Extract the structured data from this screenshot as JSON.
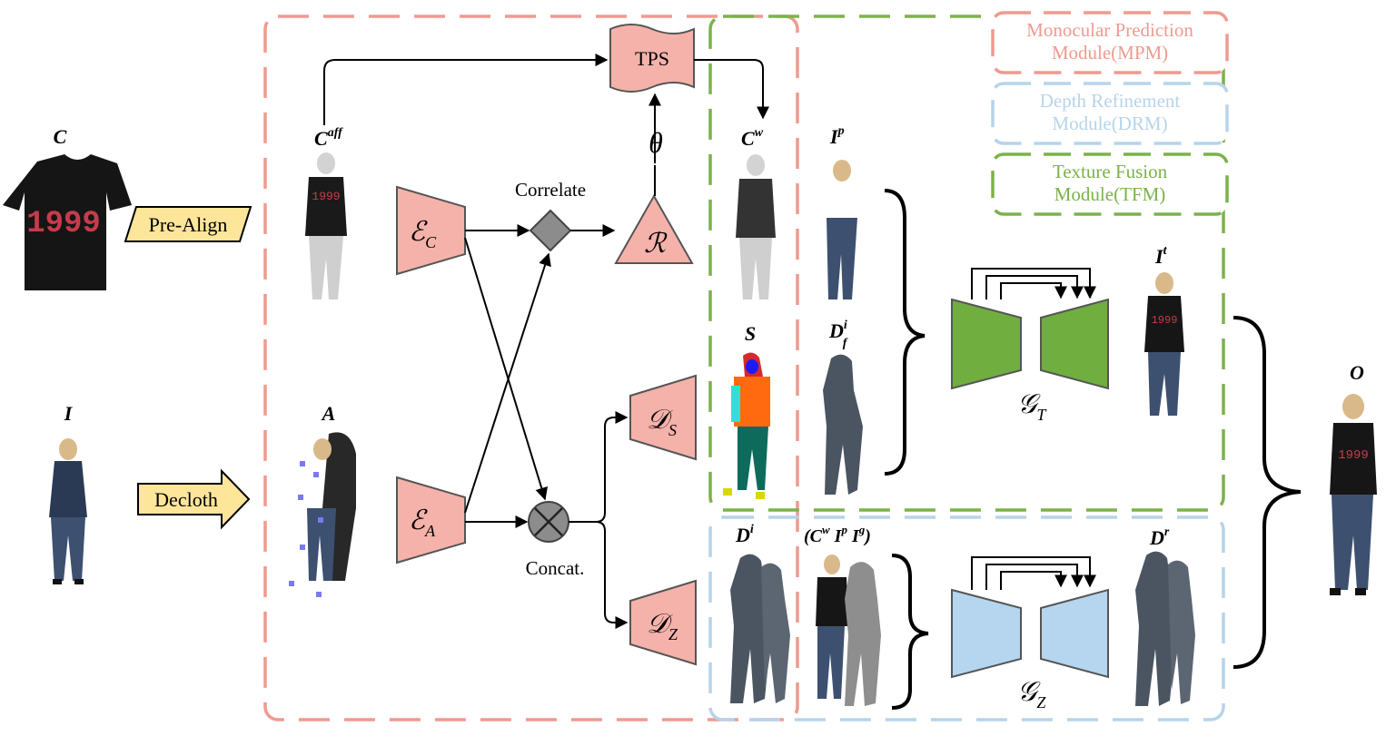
{
  "legend": {
    "mpm": [
      "Monocular Prediction",
      "Module(MPM)"
    ],
    "drm": [
      "Depth Refinement",
      "Module(DRM)"
    ],
    "tfm": [
      "Texture Fusion",
      "Module(TFM)"
    ]
  },
  "inputs": {
    "cloth": "C",
    "person": "I"
  },
  "ops": {
    "prealign": "Pre-Align",
    "decloth": "Decloth",
    "correlate": "Correlate",
    "concat": "Concat.",
    "tps": "TPS",
    "theta": "θ"
  },
  "images": {
    "c_aff": {
      "base": "C",
      "sup": "aff"
    },
    "agnostic": "A",
    "c_warp": {
      "base": "C",
      "sup": "w"
    },
    "i_p": {
      "base": "I",
      "sup": "p"
    },
    "seg": "S",
    "d_fi": {
      "base": "D",
      "sup": "i",
      "sub": "f"
    },
    "d_i": {
      "base": "D",
      "sup": "i"
    },
    "triple": "(C",
    "triple_w": "w",
    "triple_i": " I",
    "triple_p": "p",
    "triple_ig": " I",
    "triple_g": "g",
    "triple_close": ")",
    "i_t": {
      "base": "I",
      "sup": "t"
    },
    "d_r": {
      "base": "D",
      "sup": "r"
    },
    "output": "O"
  },
  "nets": {
    "ec": {
      "base": "ℰ",
      "sub": "C"
    },
    "ea": {
      "base": "ℰ",
      "sub": "A"
    },
    "r": "ℛ",
    "ds": {
      "base": "𝒟",
      "sub": "S"
    },
    "dz": {
      "base": "𝒟",
      "sub": "Z"
    },
    "gt": {
      "base": "𝒢",
      "sub": "T"
    },
    "gz": {
      "base": "𝒢",
      "sub": "Z"
    }
  },
  "shirt_text": "1999",
  "colors": {
    "mpm": "#ef9a8f",
    "drm": "#b6d4ea",
    "tfm": "#7cb24a",
    "net_red": "#f4b2aa",
    "net_green": "#6fae3f",
    "net_blue": "#b5d6ee",
    "op_yellow": "#fde59a"
  }
}
